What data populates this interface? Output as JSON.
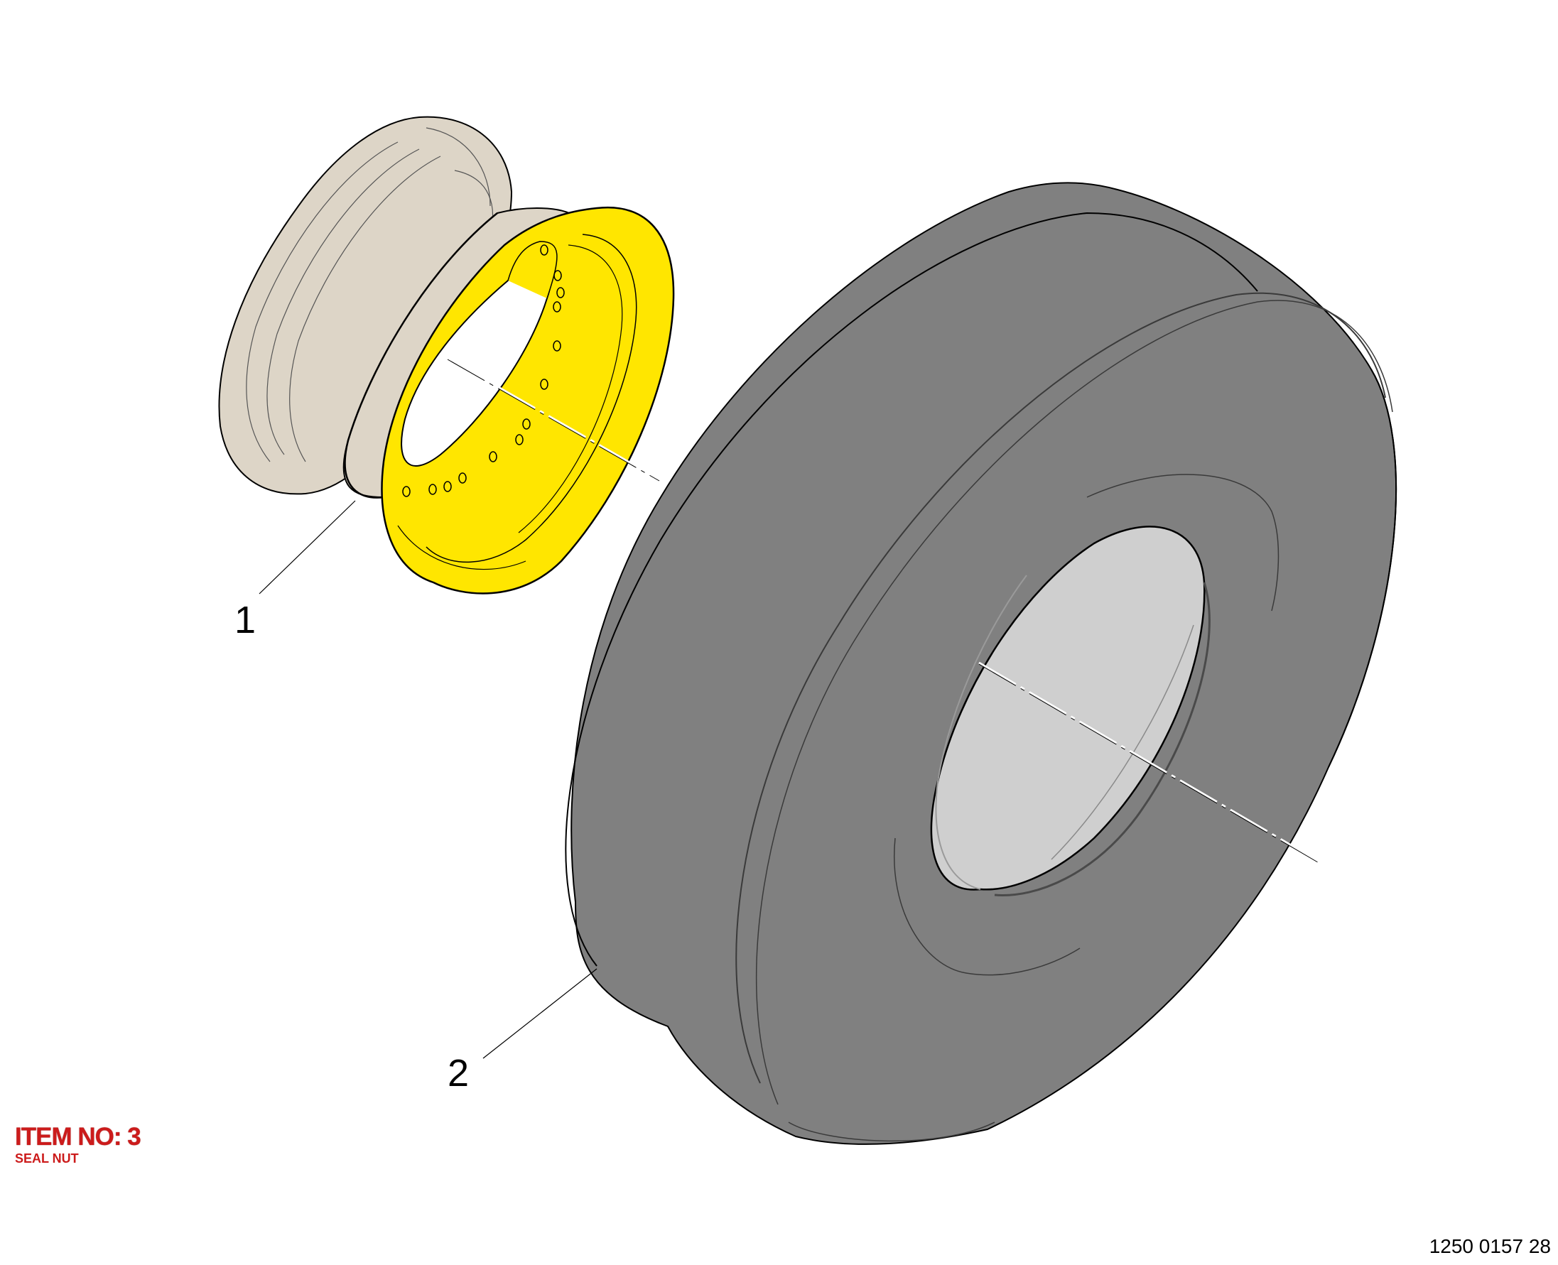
{
  "callouts": {
    "rim": "1",
    "tire": "2"
  },
  "item": {
    "title": "ITEM NO: 3",
    "subtitle": "SEAL NUT"
  },
  "drawing_number": "1250 0157 28",
  "colors": {
    "highlight_part": "#ffe600",
    "rim_inner": "#ddd5c7",
    "tire_body": "#808080",
    "tire_bore": "#cfcfcf",
    "item_label": "#cc1b1b"
  },
  "icons": [
    "wheel-rim-illustration",
    "tire-illustration",
    "rim-ring-illustration"
  ]
}
